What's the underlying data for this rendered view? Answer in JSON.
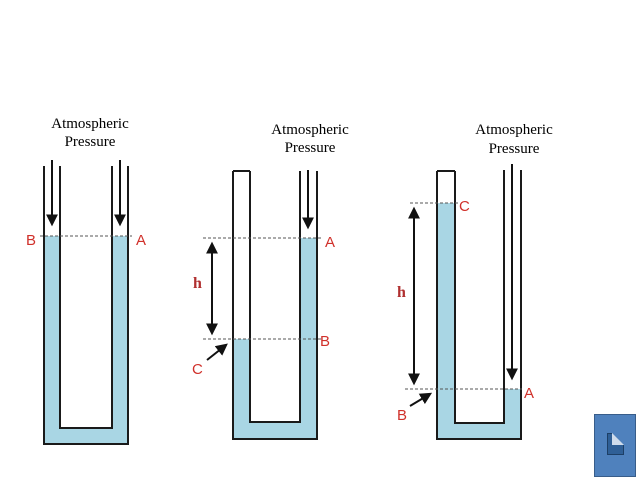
{
  "colors": {
    "liquid": "#a9d6e4",
    "tube_outline": "#1a1a1a",
    "label_red": "#d0302a",
    "arrow": "#111111",
    "doc_button": "#4f81bd"
  },
  "manometers": [
    {
      "pressure_label_1": "Atmospheric",
      "pressure_label_2": "Pressure",
      "left_point": "B",
      "right_point": "A"
    },
    {
      "pressure_label_1": "Atmospheric",
      "pressure_label_2": "Pressure",
      "height_label": "h",
      "point_top_right": "A",
      "point_mid_right": "B",
      "point_mid_left": "C"
    },
    {
      "pressure_label_1": "Atmospheric",
      "pressure_label_2": "Pressure",
      "height_label": "h",
      "point_top_left": "C",
      "point_bottom_right": "A",
      "point_bottom_left": "B"
    }
  ],
  "doc_button_icon": "document-icon"
}
